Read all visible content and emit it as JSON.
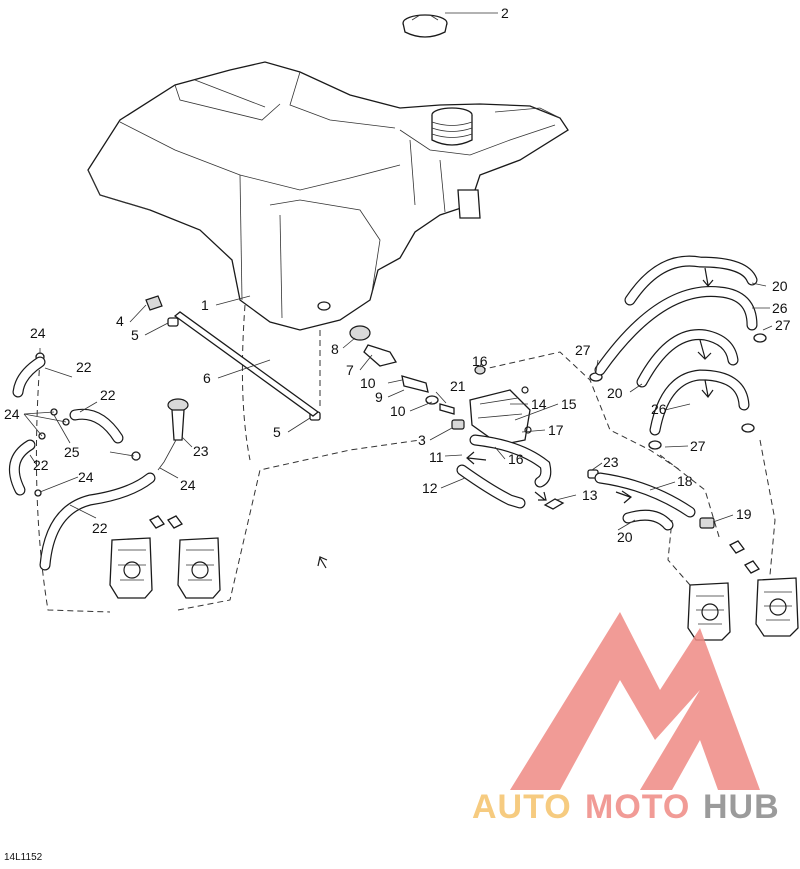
{
  "callouts": {
    "c1": "1",
    "c2": "2",
    "c3": "3",
    "c4": "4",
    "c5a": "5",
    "c5b": "5",
    "c6": "6",
    "c7": "7",
    "c8": "8",
    "c9": "9",
    "c10a": "10",
    "c10b": "10",
    "c11": "11",
    "c12": "12",
    "c13": "13",
    "c14": "14",
    "c15": "15",
    "c16a": "16",
    "c16b": "16",
    "c17": "17",
    "c18": "18",
    "c19": "19",
    "c20a": "20",
    "c20b": "20",
    "c20c": "20",
    "c21": "21",
    "c22a": "22",
    "c22b": "22",
    "c22c": "22",
    "c22d": "22",
    "c23a": "23",
    "c23b": "23",
    "c24a": "24",
    "c24b": "24",
    "c24c": "24",
    "c24d": "24",
    "c25": "25",
    "c26a": "26",
    "c26b": "26",
    "c27a": "27",
    "c27b": "27",
    "c27c": "27"
  },
  "reference_code": "14L1152",
  "watermark": {
    "part1": "AUTO",
    "part2": "MOTO",
    "part3": "HUB",
    "colors": {
      "auto": "#f5c26b",
      "moto": "#ef8a84",
      "hub": "#8a8a8a",
      "triangle": "#ef8a84"
    }
  }
}
